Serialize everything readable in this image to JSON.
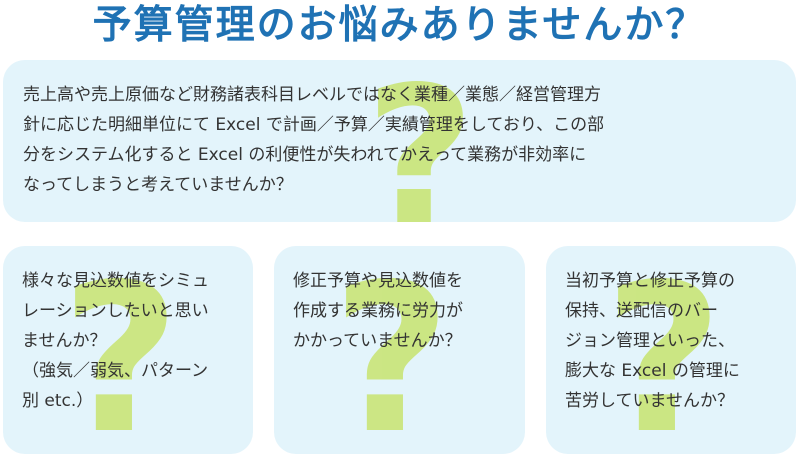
{
  "title": "予算管理のお悩みありませんか？",
  "question_mark": "?",
  "cards": {
    "top": {
      "lines": [
        "売上高や売上原価など財務諸表科目レベルではなく業種／業態／経営管理方",
        "針に応じた明細単位にて Excel で計画／予算／実績管理をしており、この部",
        "分をシステム化すると Excel の利便性が失われてかえって業務が非効率に",
        "なってしまうと考えていませんか？"
      ]
    },
    "left": {
      "lines": [
        "様々な見込数値をシミュ",
        "レーションしたいと思い",
        "ませんか？",
        "（強気／弱気、パターン",
        "別 etc.）"
      ]
    },
    "middle": {
      "lines": [
        "修正予算や見込数値を",
        "作成する業務に労力が",
        "かかっていませんか？"
      ]
    },
    "right": {
      "lines": [
        "当初予算と修正予算の",
        "保持、送配信のバー",
        "ジョン管理といった、",
        "膨大な Excel の管理に",
        "苦労していませんか？"
      ]
    }
  },
  "colors": {
    "title": "#1f72b4",
    "card_background": "#e3f4fb",
    "question_mark": "#c4e25c",
    "text": "#333333"
  }
}
